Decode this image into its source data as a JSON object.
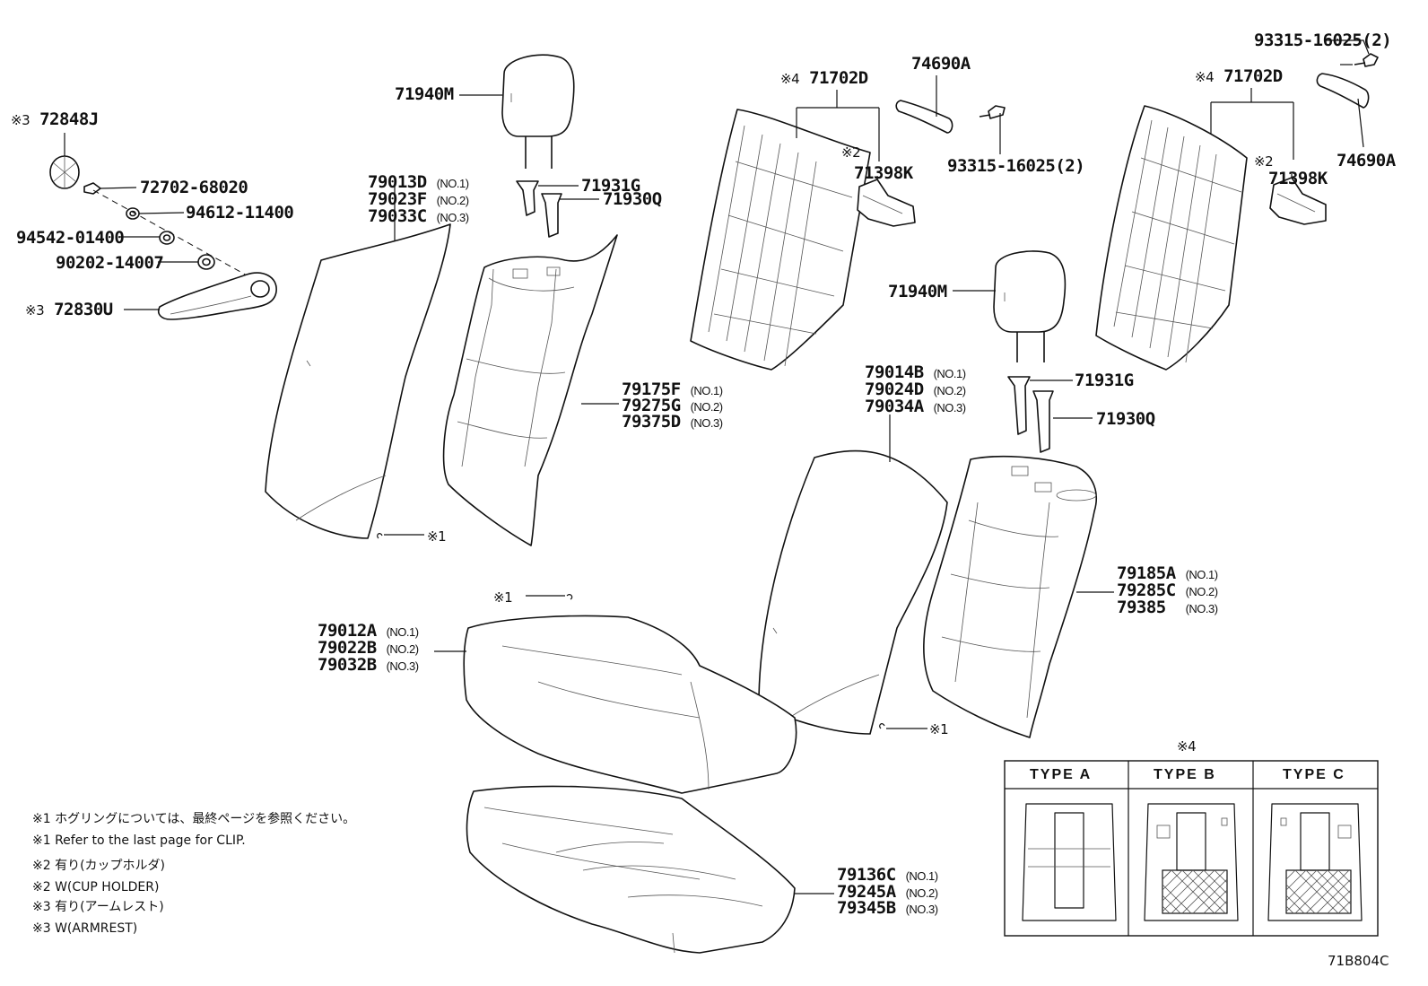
{
  "diagram": {
    "figure_code": "71B804C",
    "labels": {
      "p72848J": "72848J",
      "p72702": "72702-68020",
      "p94612": "94612-11400",
      "p94542": "94542-01400",
      "p90202": "90202-14007",
      "p72830U": "72830U",
      "p71940M_a": "71940M",
      "p71931G_a": "71931G",
      "p71930Q_a": "71930Q",
      "p79013D": "79013D",
      "p79023F": "79023F",
      "p79033C": "79033C",
      "p79175F": "79175F",
      "p79275G": "79275G",
      "p79375D": "79375D",
      "p71702D_a": "71702D",
      "p71398K_a": "71398K",
      "p74690A_a": "74690A",
      "p93315_a": "93315-16025(2)",
      "p71702D_b": "71702D",
      "p71398K_b": "71398K",
      "p74690A_b": "74690A",
      "p93315_b": "93315-16025(2)",
      "p71940M_b": "71940M",
      "p71931G_b": "71931G",
      "p71930Q_b": "71930Q",
      "p79014B": "79014B",
      "p79024D": "79024D",
      "p79034A": "79034A",
      "p79185A": "79185A",
      "p79285C": "79285C",
      "p79385": "79385",
      "p79012A": "79012A",
      "p79022B": "79022B",
      "p79032B": "79032B",
      "p79136C": "79136C",
      "p79245A": "79245A",
      "p79345B": "79345B"
    },
    "markers": {
      "m1": "※1",
      "m2": "※2",
      "m3": "※3",
      "m4": "※4"
    },
    "qualifiers": {
      "no1": "(NO.1)",
      "no2": "(NO.2)",
      "no3": "(NO.3)"
    },
    "type_table": {
      "headers": [
        "TYPE  A",
        "TYPE  B",
        "TYPE  C"
      ]
    },
    "notes": [
      "※1 ホグリングについては、最終ページを参照ください。",
      "※1 Refer to the last page for CLIP.",
      "※2  有り(カップホルダ)",
      "※2  W(CUP HOLDER)",
      "※3  有り(アームレスト)",
      "※3  W(ARMREST)"
    ]
  }
}
